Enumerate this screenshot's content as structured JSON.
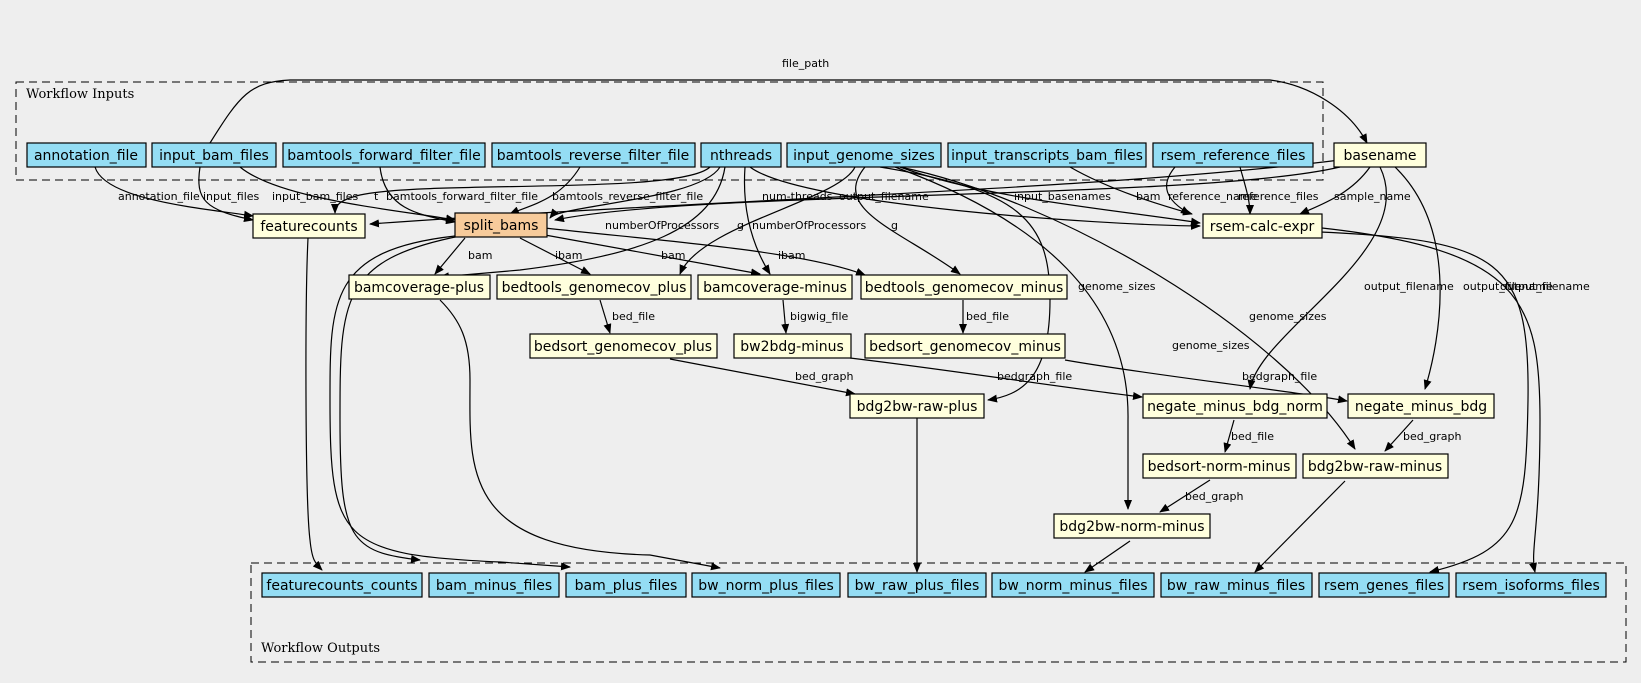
{
  "colors": {
    "background": "#eeeeee",
    "io_fill": "#94ddf4",
    "step_fill": "#ffffdd",
    "highlight_fill": "#f7cb9b",
    "stroke": "#000000"
  },
  "clusters": {
    "inputs": {
      "label": "Workflow Inputs"
    },
    "outputs": {
      "label": "Workflow Outputs"
    }
  },
  "nodes": {
    "annotation_file": "annotation_file",
    "input_bam_files": "input_bam_files",
    "bamtools_forward_filter_file": "bamtools_forward_filter_file",
    "bamtools_reverse_filter_file": "bamtools_reverse_filter_file",
    "nthreads": "nthreads",
    "input_genome_sizes": "input_genome_sizes",
    "input_transcripts_bam_files": "input_transcripts_bam_files",
    "rsem_reference_files": "rsem_reference_files",
    "basename": "basename",
    "featurecounts": "featurecounts",
    "split_bams": "split_bams",
    "rsem_calc_expr": "rsem-calc-expr",
    "bamcoverage_plus": "bamcoverage-plus",
    "bedtools_genomecov_plus": "bedtools_genomecov_plus",
    "bamcoverage_minus": "bamcoverage-minus",
    "bedtools_genomecov_minus": "bedtools_genomecov_minus",
    "bedsort_genomecov_plus": "bedsort_genomecov_plus",
    "bw2bdg_minus": "bw2bdg-minus",
    "bedsort_genomecov_minus": "bedsort_genomecov_minus",
    "bdg2bw_raw_plus": "bdg2bw-raw-plus",
    "negate_minus_bdg_norm": "negate_minus_bdg_norm",
    "negate_minus_bdg": "negate_minus_bdg",
    "bedsort_norm_minus": "bedsort-norm-minus",
    "bdg2bw_raw_minus": "bdg2bw-raw-minus",
    "bdg2bw_norm_minus": "bdg2bw-norm-minus",
    "featurecounts_counts": "featurecounts_counts",
    "bam_minus_files": "bam_minus_files",
    "bam_plus_files": "bam_plus_files",
    "bw_norm_plus_files": "bw_norm_plus_files",
    "bw_raw_plus_files": "bw_raw_plus_files",
    "bw_norm_minus_files": "bw_norm_minus_files",
    "bw_raw_minus_files": "bw_raw_minus_files",
    "rsem_genes_files": "rsem_genes_files",
    "rsem_isoforms_files": "rsem_isoforms_files"
  },
  "edge_labels": {
    "file_path": "file_path",
    "annotation_file": "annotation_file",
    "input_files": "input_files",
    "input_bam_files": "input_bam_files",
    "t": "t",
    "bamtools_forward_filter_file": "bamtools_forward_filter_file",
    "bamtools_reverse_filter_file": "bamtools_reverse_filter_file",
    "num_threads": "num-threads",
    "output_filename": "output_filename",
    "input_basenames": "input_basenames",
    "bam_rsem": "bam",
    "reference_name": "reference_name",
    "reference_files": "reference_files",
    "sample_name": "sample_name",
    "numberOfProcessors_plus": "numberOfProcessors",
    "g_plus": "g",
    "numberOfProcessors_minus": "numberOfProcessors",
    "g_minus": "g",
    "bam_plus": "bam",
    "ibam_plus": "ibam",
    "bam_minus": "bam",
    "ibam_minus": "ibam",
    "genome_sizes_raw_plus": "genome_sizes",
    "output_filename_norm": "output_filename",
    "output_filename_neg": "output_filename",
    "output_filename_rsem": "output_filename",
    "bed_file_plus": "bed_file",
    "bigwig_file": "bigwig_file",
    "bed_file_minus": "bed_file",
    "genome_sizes_raw_minus": "genome_sizes",
    "genome_sizes_norm_minus": "genome_sizes",
    "bed_graph_plus": "bed_graph",
    "bedgraph_file_norm": "bedgraph_file",
    "bedgraph_file_neg": "bedgraph_file",
    "bed_file_norm": "bed_file",
    "bed_graph_raw_minus": "bed_graph",
    "bed_graph_norm_minus": "bed_graph"
  }
}
